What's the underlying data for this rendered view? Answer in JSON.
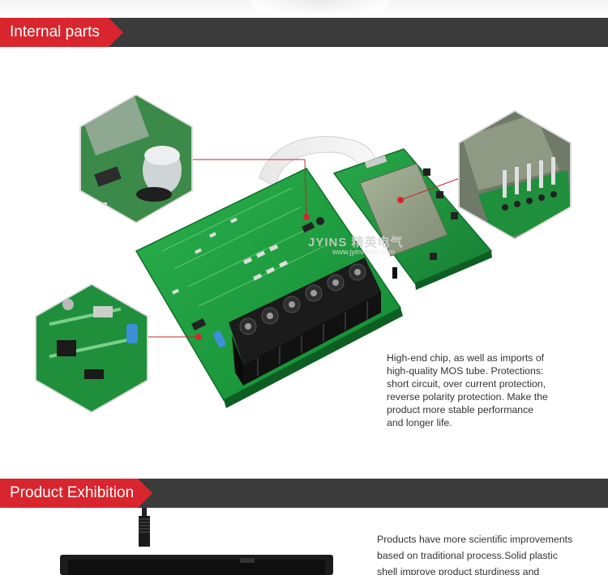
{
  "sections": {
    "internal": {
      "title": "Internal parts"
    },
    "exhibition": {
      "title": "Product Exhibition"
    }
  },
  "board": {
    "watermark_brand": "JYINS 精英电气",
    "watermark_url": "www.jyinverter.com"
  },
  "description_internal": {
    "lines": [
      "High-end chip, as well as imports of",
      "high-quality MOS tube.  Protections:",
      "short circuit, over current protection,",
      "reverse polarity protection. Make the",
      "product more stable performance",
      "and longer life."
    ]
  },
  "description_exhibition": {
    "lines": [
      "Products have more scientific improvements",
      "based on  traditional process.Solid plastic",
      "shell improve product sturdiness and"
    ]
  },
  "colors": {
    "accent_red": "#d8252e",
    "bar_dark": "#3b3b3b",
    "pcb_green": "#1f9b3e",
    "terminal_black": "#1b1b1b"
  }
}
